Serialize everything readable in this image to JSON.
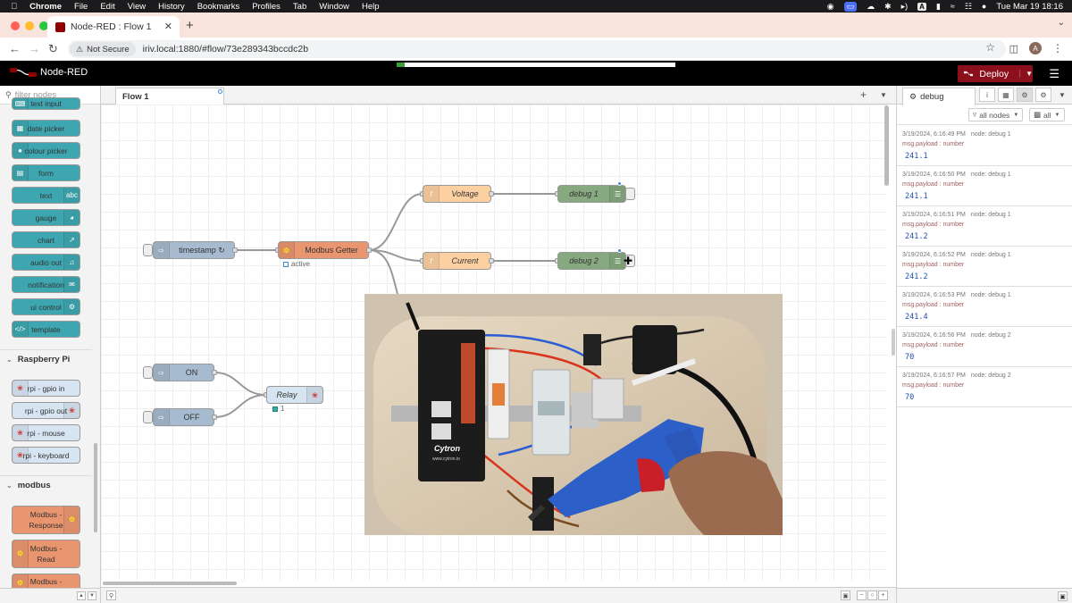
{
  "mac_menu": {
    "app": "Chrome",
    "items": [
      "File",
      "Edit",
      "View",
      "History",
      "Bookmarks",
      "Profiles",
      "Tab",
      "Window",
      "Help"
    ],
    "input_source": "A",
    "clock": "Tue Mar 19  18:16"
  },
  "browser": {
    "tab_title": "Node-RED : Flow 1",
    "security_label": "Not Secure",
    "url": "iriv.local:1880/#flow/73e289343bccdc2b",
    "profile_initial": "A"
  },
  "header": {
    "app_name": "Node-RED",
    "deploy_label": "Deploy",
    "progress": 0.03
  },
  "palette": {
    "filter_placeholder": "filter nodes",
    "dashboard_nodes": [
      "text input",
      "date picker",
      "colour picker",
      "form",
      "text",
      "gauge",
      "chart",
      "audio out",
      "notification",
      "ui control",
      "template"
    ],
    "categories": {
      "raspberry": "Raspberry Pi",
      "modbus": "modbus"
    },
    "raspberry_nodes": [
      "rpi - gpio in",
      "rpi - gpio out",
      "rpi - mouse",
      "rpi - keyboard"
    ],
    "modbus_nodes": [
      {
        "line1": "Modbus -",
        "line2": "Response"
      },
      {
        "line1": "Modbus -",
        "line2": "Read"
      },
      {
        "line1": "Modbus -",
        "line2": ""
      }
    ]
  },
  "workspace": {
    "tab_label": "Flow 1",
    "nodes": {
      "timestamp": "timestamp ↻",
      "modbus_getter": "Modbus Getter",
      "modbus_status": "active",
      "voltage": "Voltage",
      "current": "Current",
      "debug1": "debug 1",
      "debug2": "debug 2",
      "on": "ON",
      "off": "OFF",
      "relay": "Relay",
      "relay_status": "1"
    }
  },
  "sidebar": {
    "tab_label": "debug",
    "filter_label": "all nodes",
    "clear_label": "all",
    "messages": [
      {
        "time": "3/19/2024, 6:16:49 PM",
        "node": "node: debug 1",
        "type": "msg.payload : number",
        "value": "241.1"
      },
      {
        "time": "3/19/2024, 6:16:50 PM",
        "node": "node: debug 1",
        "type": "msg.payload : number",
        "value": "241.1"
      },
      {
        "time": "3/19/2024, 6:16:51 PM",
        "node": "node: debug 1",
        "type": "msg.payload : number",
        "value": "241.2"
      },
      {
        "time": "3/19/2024, 6:16:52 PM",
        "node": "node: debug 1",
        "type": "msg.payload : number",
        "value": "241.2"
      },
      {
        "time": "3/19/2024, 6:16:53 PM",
        "node": "node: debug 1",
        "type": "msg.payload : number",
        "value": "241.4"
      },
      {
        "time": "3/19/2024, 6:16:56 PM",
        "node": "node: debug 2",
        "type": "msg.payload : number",
        "value": "70"
      },
      {
        "time": "3/19/2024, 6:16:57 PM",
        "node": "node: debug 2",
        "type": "msg.payload : number",
        "value": "70"
      }
    ]
  },
  "video_overlay": {
    "device_brand": "Cytron",
    "device_site": "www.cytron.io"
  },
  "colors": {
    "deploy": "#8c101c",
    "dashboard_node": "#3ea6b0",
    "inject_node": "#a6bbcf",
    "function_node": "#fdd0a2",
    "debug_node": "#87a980",
    "modbus_node": "#e9956f"
  }
}
